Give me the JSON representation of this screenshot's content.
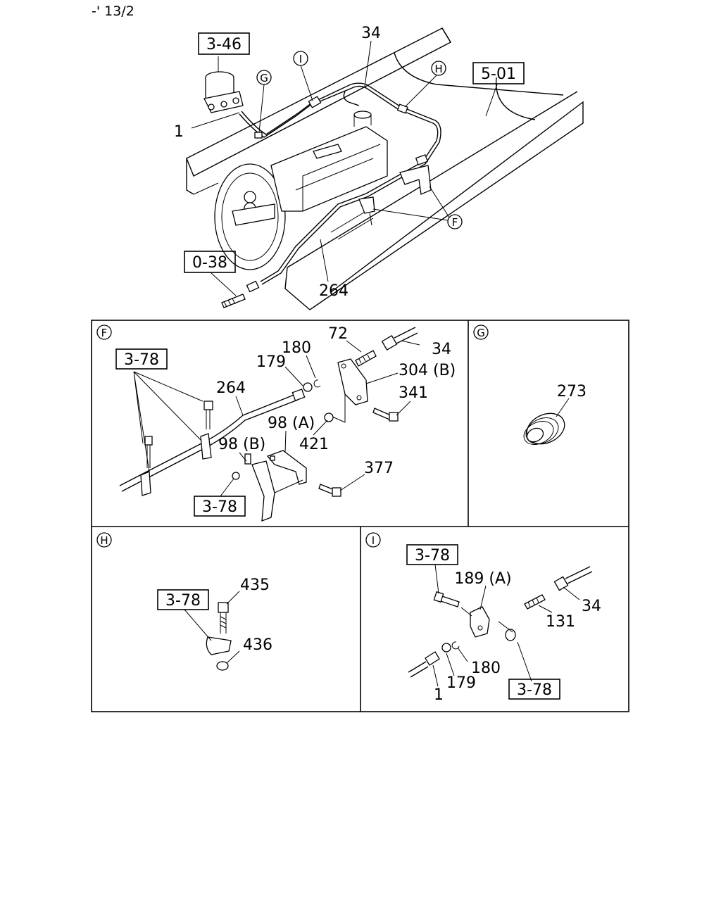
{
  "page_ref": "-' 13/2",
  "main": {
    "refs": {
      "r1": "3-46",
      "r2": "5-01",
      "r3": "0-38"
    },
    "labels": {
      "l34": "34",
      "l1": "1",
      "l264": "264"
    },
    "circles": {
      "g": "G",
      "i": "I",
      "h": "H",
      "f": "F"
    }
  },
  "panel_f": {
    "tag": "F",
    "refs": {
      "r1": "3-78",
      "r2": "3-78"
    },
    "labels": {
      "l72": "72",
      "l34": "34",
      "l180": "180",
      "l179": "179",
      "l304b": "304 (B)",
      "l264": "264",
      "l341": "341",
      "l98a": "98 (A)",
      "l98b": "98 (B)",
      "l421": "421",
      "l377": "377"
    }
  },
  "panel_g": {
    "tag": "G",
    "labels": {
      "l273": "273"
    }
  },
  "panel_h": {
    "tag": "H",
    "refs": {
      "r1": "3-78"
    },
    "labels": {
      "l435": "435",
      "l436": "436"
    }
  },
  "panel_i": {
    "tag": "I",
    "refs": {
      "r1": "3-78",
      "r2": "3-78"
    },
    "labels": {
      "l189a": "189 (A)",
      "l131": "131",
      "l34": "34",
      "l180": "180",
      "l179": "179",
      "l1": "1"
    }
  }
}
